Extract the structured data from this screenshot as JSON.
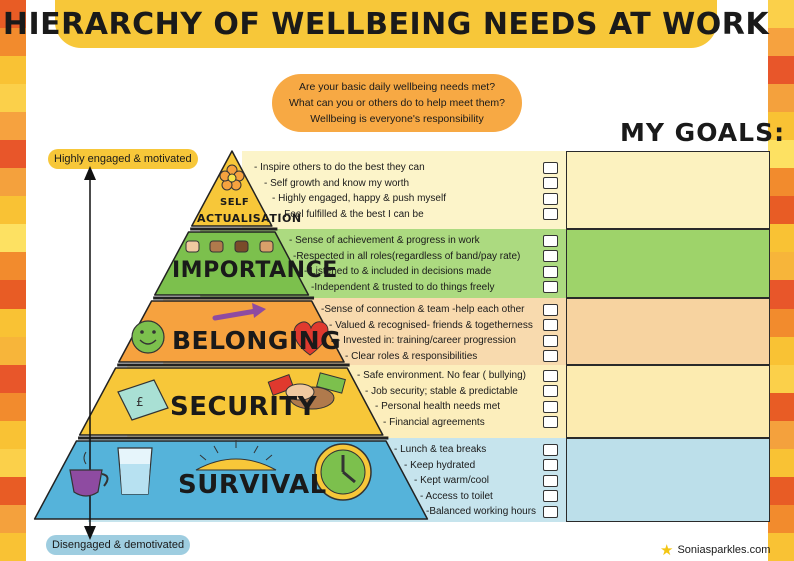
{
  "title": "HIERARCHY OF WELLBEING NEEDS AT WORK",
  "questions": [
    "Are your basic daily wellbeing needs met?",
    "What can you or others do to help meet them?",
    "Wellbeing is everyone's responsibility"
  ],
  "goals_title": "MY GOALS:",
  "axis": {
    "top_label": "Highly engaged & motivated",
    "bottom_label": "Disengaged & demotivated"
  },
  "levels": [
    {
      "name_line1": "SELF",
      "name_line2": "ACTUALISATION",
      "color": "#f7c739",
      "goal_color": "#fcf2bf",
      "items": [
        "- Inspire others to do the best they can",
        "- Self growth and know my worth",
        "- Highly engaged, happy & push myself",
        "- Feel fulfilled & the best I can be"
      ]
    },
    {
      "name": "IMPORTANCE",
      "color": "#7cc04d",
      "goal_color": "#9ed36a",
      "items": [
        "- Sense of achievement & progress in work",
        "-Respected in all roles(regardless of band/pay rate)",
        "- Listened to & included in decisions made",
        "-Independent & trusted to do things freely"
      ]
    },
    {
      "name": "BELONGING",
      "color": "#f6a23f",
      "goal_color": "#f7d3a0",
      "items": [
        "-Sense of connection & team -help each other",
        "- Valued & recognised- friends & togetherness",
        "- Invested in: training/career progression",
        "- Clear roles & responsibilities"
      ]
    },
    {
      "name": "SECURITY",
      "color": "#f7c739",
      "goal_color": "#fcebb0",
      "items": [
        "- Safe environment. No fear ( bullying)",
        "- Job security; stable & predictable",
        "- Personal health needs met",
        "- Financial agreements"
      ]
    },
    {
      "name": "SURVIVAL",
      "color": "#55b3da",
      "goal_color": "#bcdfea",
      "items": [
        "- Lunch & tea breaks",
        "- Keep hydrated",
        "- Kept warm/cool",
        "- Access to toilet",
        "-Balanced working hours"
      ]
    }
  ],
  "brand": "Soniasparkles.com",
  "stripe_colors": [
    "#e85c25",
    "#f28b2d",
    "#f9c234",
    "#fbd04a",
    "#f6a23f",
    "#e8562a",
    "#f4a13d",
    "#f9c234",
    "#fde162",
    "#f28b2d",
    "#e85c25",
    "#f9c234",
    "#f7b53a",
    "#e8562a",
    "#f28b2d",
    "#f9c234",
    "#fbd04a",
    "#e85c25",
    "#f4a13d",
    "#f9c234"
  ]
}
